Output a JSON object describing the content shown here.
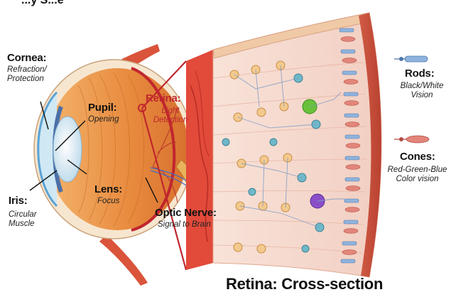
{
  "header_fragment": "...y S...e",
  "labels": {
    "cornea": {
      "title": "Cornea:",
      "desc": "Refraction/ Protection"
    },
    "pupil": {
      "title": "Pupil:",
      "desc": "Opening"
    },
    "lens": {
      "title": "Lens:",
      "desc": "Focus"
    },
    "iris": {
      "title": "Iris:",
      "desc": "Circular Muscle"
    },
    "retina": {
      "title": "Retina:",
      "desc": "Light Detection"
    },
    "optic_nerve": {
      "title": "Optic Nerve:",
      "desc": "Signal to Brain"
    },
    "rods": {
      "title": "Rods:",
      "desc": "Black/White Vision"
    },
    "cones": {
      "title": "Cones:",
      "desc": "Red-Green-Blue Color vision"
    }
  },
  "cross_section_title": "Retina: Cross-section",
  "colors": {
    "retina_red": "#c0262d",
    "eye_orange": "#e89a4c",
    "tissue_pink": "#f6d9cf",
    "rod_blue": "#5a86c4",
    "cone_red": "#d86a5f",
    "green_cell": "#69c13a",
    "purple_cell": "#8a4fc8",
    "muscle_red": "#d9543a"
  },
  "icons": [
    "rod-icon",
    "cone-icon"
  ]
}
